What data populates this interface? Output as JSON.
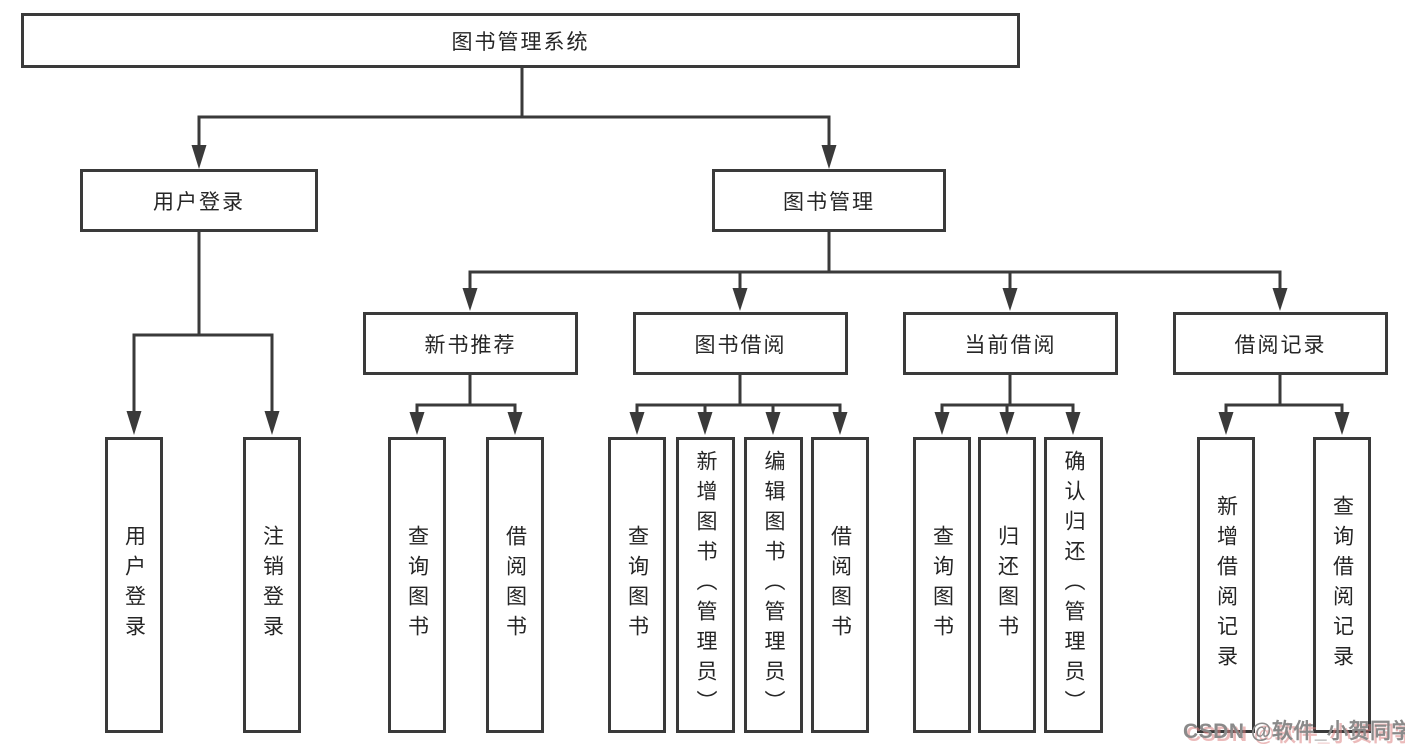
{
  "diagram": {
    "root": {
      "label": "图书管理系统"
    },
    "branches": [
      {
        "label": "用户登录",
        "children": [
          {
            "label": "用户登录"
          },
          {
            "label": "注销登录"
          }
        ]
      },
      {
        "label": "图书管理",
        "children": [
          {
            "label": "新书推荐",
            "children": [
              {
                "label": "查询图书"
              },
              {
                "label": "借阅图书"
              }
            ]
          },
          {
            "label": "图书借阅",
            "children": [
              {
                "label": "查询图书"
              },
              {
                "label": "新增图书（管理员）"
              },
              {
                "label": "编辑图书（管理员）"
              },
              {
                "label": "借阅图书"
              }
            ]
          },
          {
            "label": "当前借阅",
            "children": [
              {
                "label": "查询图书"
              },
              {
                "label": "归还图书"
              },
              {
                "label": "确认归还（管理员）"
              }
            ]
          },
          {
            "label": "借阅记录",
            "children": [
              {
                "label": "新增借阅记录"
              },
              {
                "label": "查询借阅记录"
              }
            ]
          }
        ]
      }
    ]
  },
  "watermark": {
    "text": "CSDN @软件_小贺同学"
  },
  "colors": {
    "background": "#ffffff",
    "line": "#3a3a3a",
    "box_border": "#3a3a3a",
    "box_fill": "#ffffff",
    "text": "#262626",
    "watermark_text": "#8a8a8a",
    "watermark_shadow": "#db8282"
  }
}
